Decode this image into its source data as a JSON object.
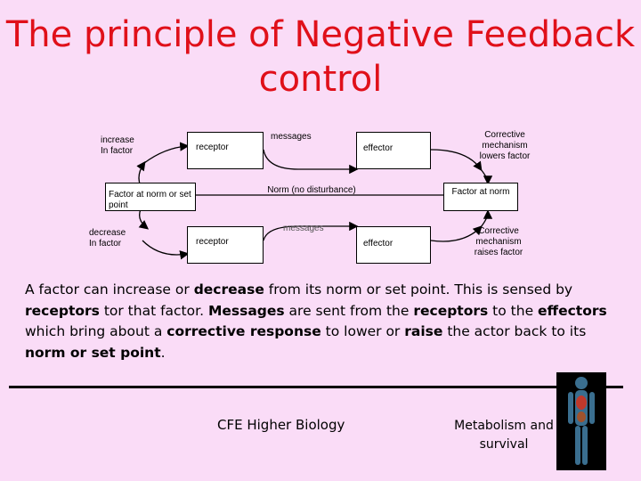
{
  "title": "The principle of Negative Feedback control",
  "diagram": {
    "increase_label": "increase\nIn factor",
    "decrease_label": "decrease\nIn factor",
    "norm_left_label": "Factor at norm or set point",
    "norm_center_label": "Norm (no disturbance)",
    "norm_right_label": "Factor at norm",
    "receptor_top": "receptor",
    "receptor_bottom": "receptor",
    "messages_top": "messages",
    "messages_bottom": "messages",
    "effector_top": "effector",
    "effector_bottom": "effector",
    "corrective_top": "Corrective\nmechanism\nlowers factor",
    "corrective_bottom": "Corrective\nmechanism\nraises factor"
  },
  "paragraph": [
    {
      "text": "A factor can increase or ",
      "bold": false
    },
    {
      "text": "decrease",
      "bold": true
    },
    {
      "text": " from its norm or set point.  This is sensed by ",
      "bold": false
    },
    {
      "text": "receptors",
      "bold": true
    },
    {
      "text": " tor that factor.  ",
      "bold": false
    },
    {
      "text": "Messages",
      "bold": true
    },
    {
      "text": " are sent from the ",
      "bold": false
    },
    {
      "text": "receptors",
      "bold": true
    },
    {
      "text": " to the ",
      "bold": false
    },
    {
      "text": "effectors",
      "bold": true
    },
    {
      "text": " which bring about a ",
      "bold": false
    },
    {
      "text": "corrective response",
      "bold": true
    },
    {
      "text": " to lower or ",
      "bold": false
    },
    {
      "text": "raise",
      "bold": true
    },
    {
      "text": " the actor back to its ",
      "bold": false
    },
    {
      "text": "norm or set point",
      "bold": true
    },
    {
      "text": ".",
      "bold": false
    }
  ],
  "footer": {
    "course": "CFE Higher Biology",
    "topic": "Metabolism and survival"
  }
}
